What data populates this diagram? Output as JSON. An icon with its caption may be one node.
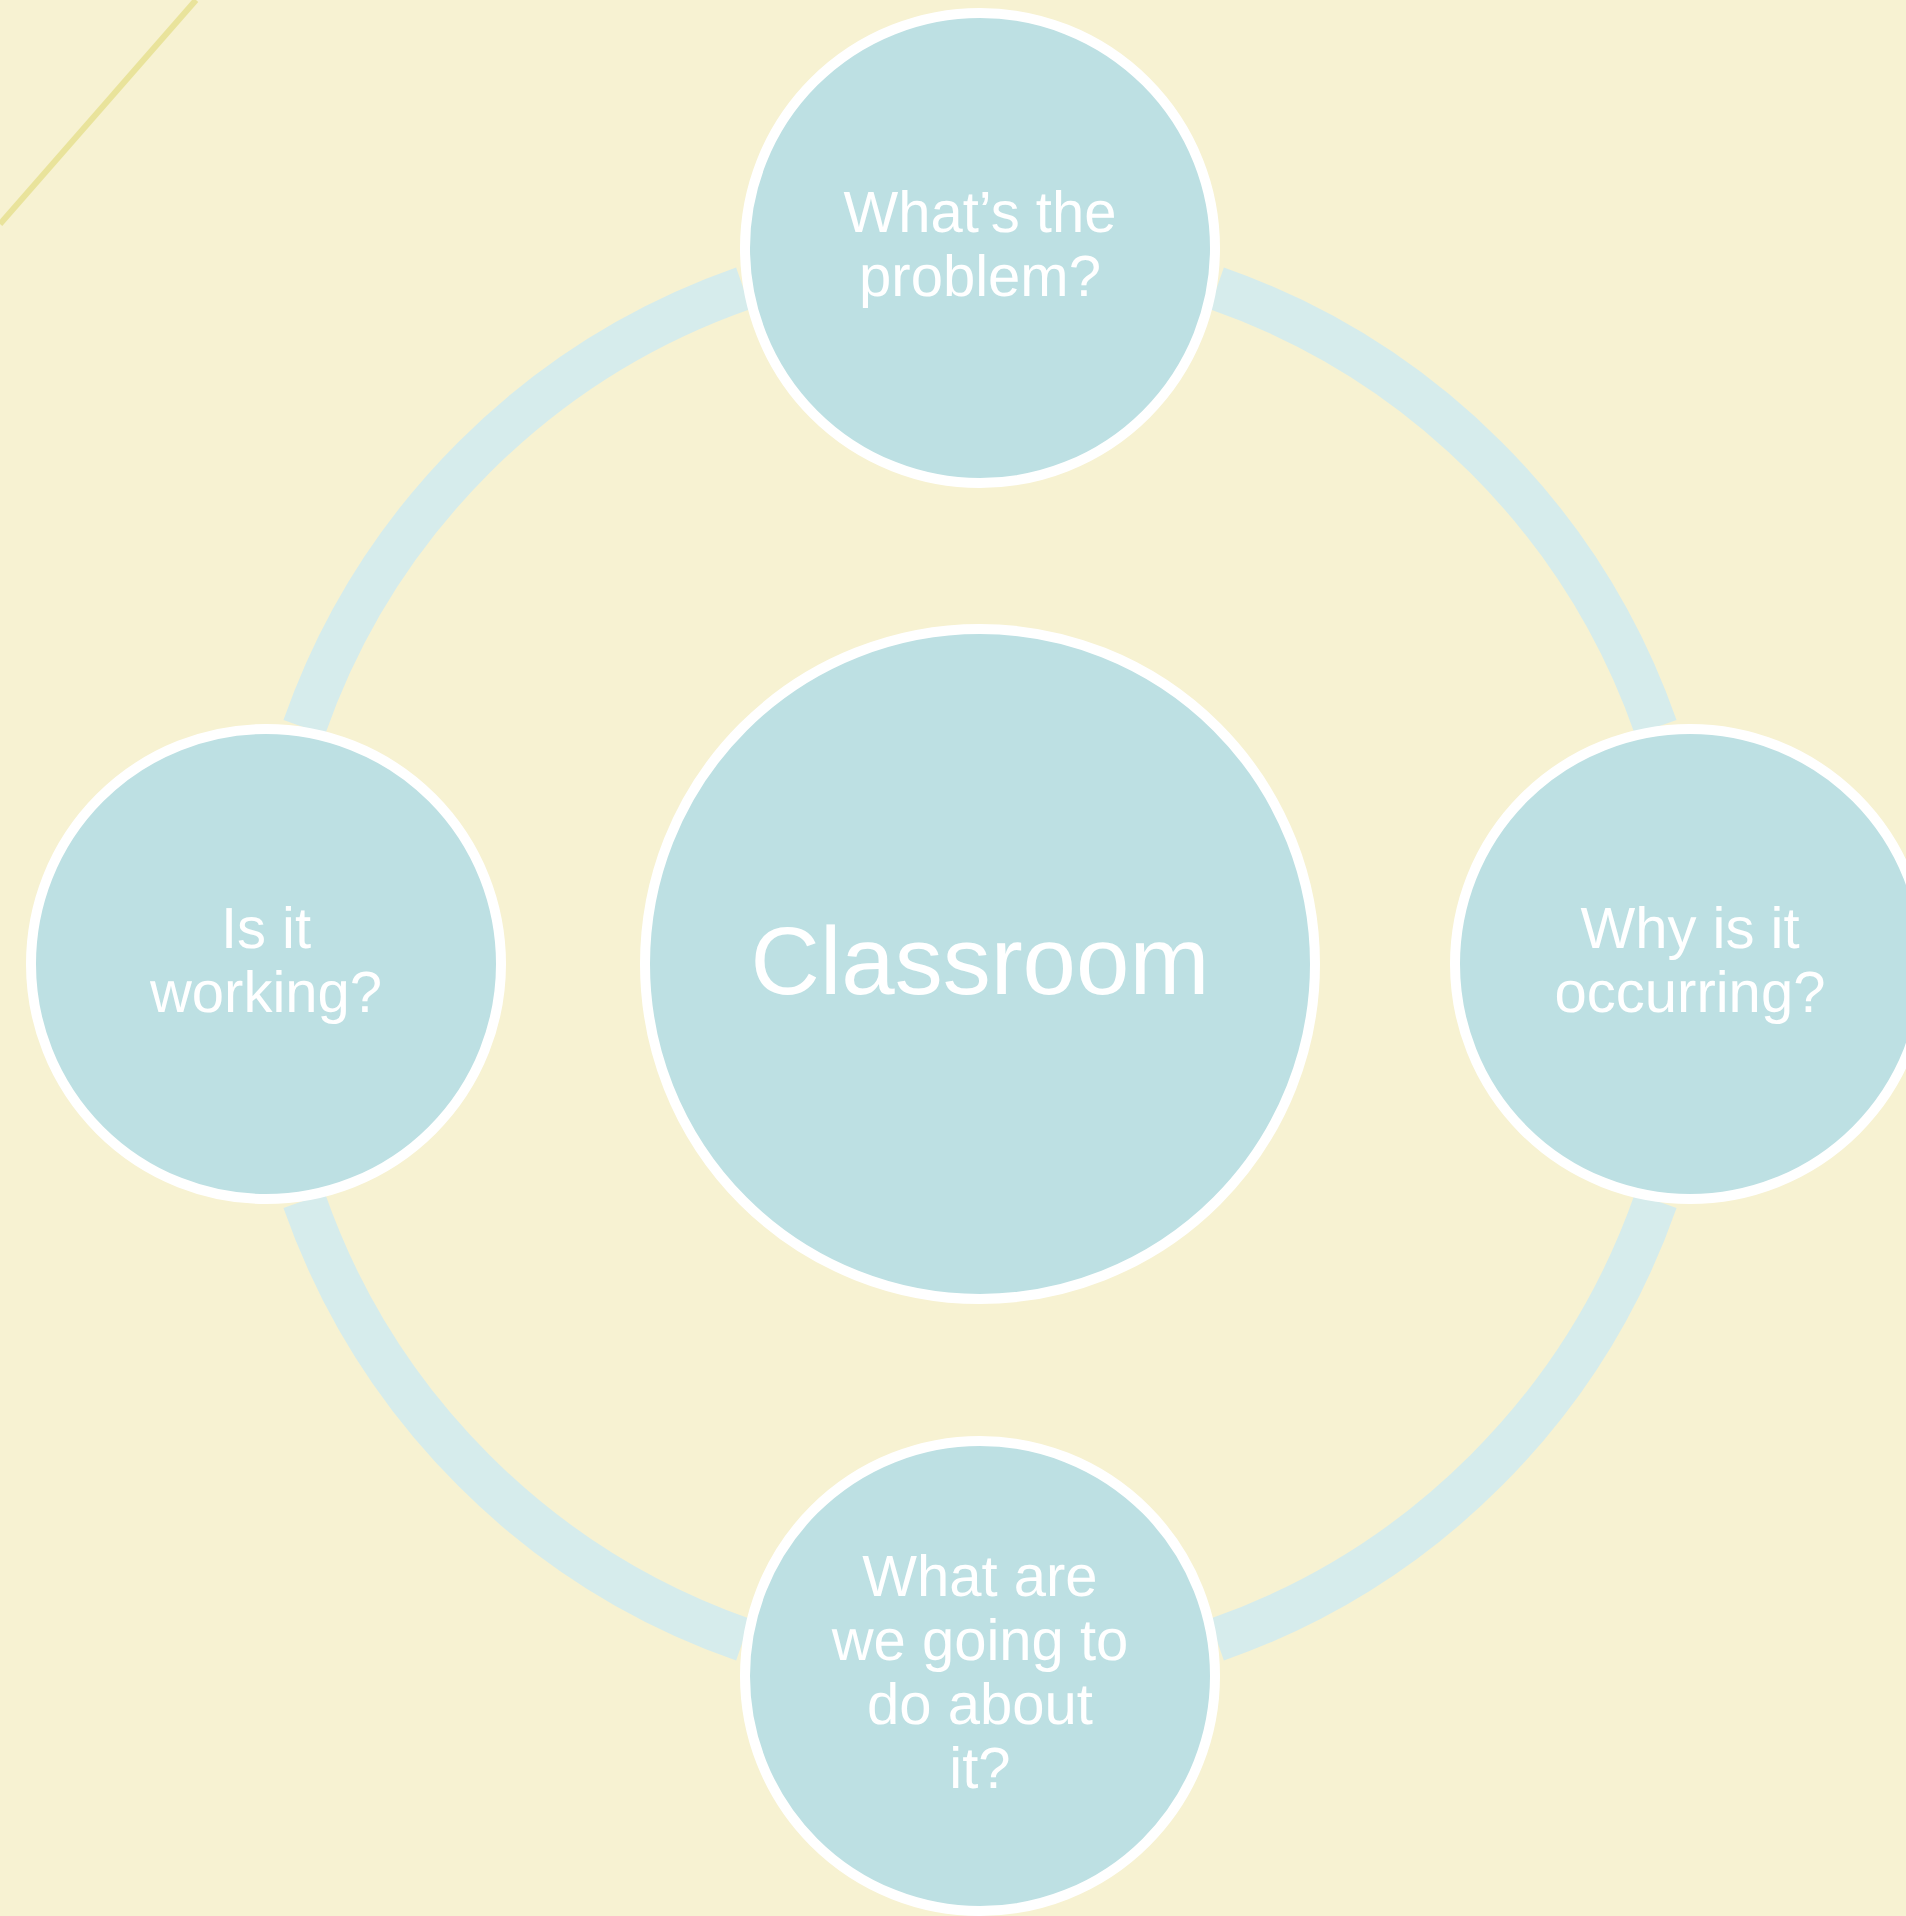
{
  "diagram": {
    "nodes": [
      {
        "text": [
          "What’s the problem?"
        ]
      },
      {
        "text": [
          "Is it working?"
        ]
      },
      {
        "text": [
          "Classroom"
        ]
      },
      {
        "text": [
          "Why is it occurring?"
        ]
      },
      {
        "text": [
          "What are we going to do about it?"
        ]
      }
    ],
    "edges": [
      {
        "from": 0,
        "to": 3,
        "arrow": "none"
      },
      {
        "from": 3,
        "to": 4,
        "arrow": "none"
      },
      {
        "from": 4,
        "to": 1,
        "arrow": "none"
      },
      {
        "from": 1,
        "to": 0,
        "arrow": "none"
      }
    ]
  }
}
